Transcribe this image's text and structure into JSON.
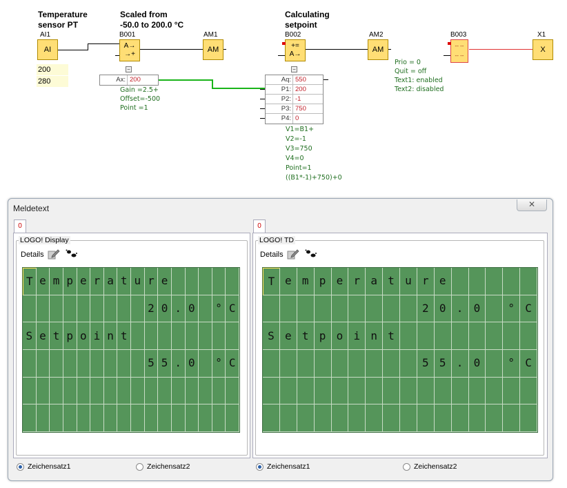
{
  "diagram": {
    "headers": {
      "temp_sensor": "Temperature\nsensor PT",
      "scaled": "Scaled from\n-50.0 to 200.0 °C",
      "calc": "Calculating\nsetpoint"
    },
    "blocks": {
      "ai1": {
        "label": "AI1",
        "text": "AI"
      },
      "b001": {
        "label": "B001",
        "text": "A→\n→+"
      },
      "am1": {
        "label": "AM1",
        "text": "AM"
      },
      "b002": {
        "label": "B002",
        "text": "+=\nA→"
      },
      "am2": {
        "label": "AM2",
        "text": "AM"
      },
      "b003": {
        "label": "B003",
        "text": "-- --\n-- --"
      },
      "x1": {
        "label": "X1",
        "text": "X"
      }
    },
    "ai_values": [
      "200",
      "280"
    ],
    "b001_params": {
      "name": "Ax:",
      "value": "200"
    },
    "b001_info": "Gain  =2.5+\nOffset=-500\nPoint =1",
    "b002_params": [
      {
        "name": "Aq:",
        "value": "550"
      },
      {
        "name": "P1:",
        "value": "200"
      },
      {
        "name": "P2:",
        "value": "-1"
      },
      {
        "name": "P3:",
        "value": "750"
      },
      {
        "name": "P4:",
        "value": "0"
      }
    ],
    "b002_info": "V1=B1+\nV2=-1\nV3=750\nV4=0\nPoint=1\n((B1*-1)+750)+0",
    "b003_info": "Prio = 0\nQuit = off\nText1: enabled\nText2: disabled",
    "collapse_symbol": "⊟"
  },
  "window": {
    "title": "Meldetext",
    "close_icon": "close-icon",
    "close_glyph": "✕",
    "panels": [
      {
        "tab": "0",
        "group": "LOGO! Display",
        "details": "Details",
        "lcd": [
          "Temperature     ",
          "         20.0 °C",
          "Setpoint        ",
          "         55.0 °C",
          "                ",
          "                "
        ]
      },
      {
        "tab": "0",
        "group": "LOGO! TD",
        "details": "Details",
        "lcd": [
          "Temperature     ",
          "         20.0 °C",
          "Setpoint        ",
          "         55.0 °C",
          "                ",
          "                "
        ]
      }
    ],
    "radios": [
      {
        "label": "Zeichensatz1",
        "checked": true
      },
      {
        "label": "Zeichensatz2",
        "checked": false
      },
      {
        "label": "Zeichensatz1",
        "checked": true
      },
      {
        "label": "Zeichensatz2",
        "checked": false
      }
    ]
  },
  "colors": {
    "block_fill": "#ffde75",
    "lcd_bg": "#55955a",
    "green_wire": "#19b419",
    "red_wire": "#e03030",
    "param_red": "#c0202a"
  }
}
